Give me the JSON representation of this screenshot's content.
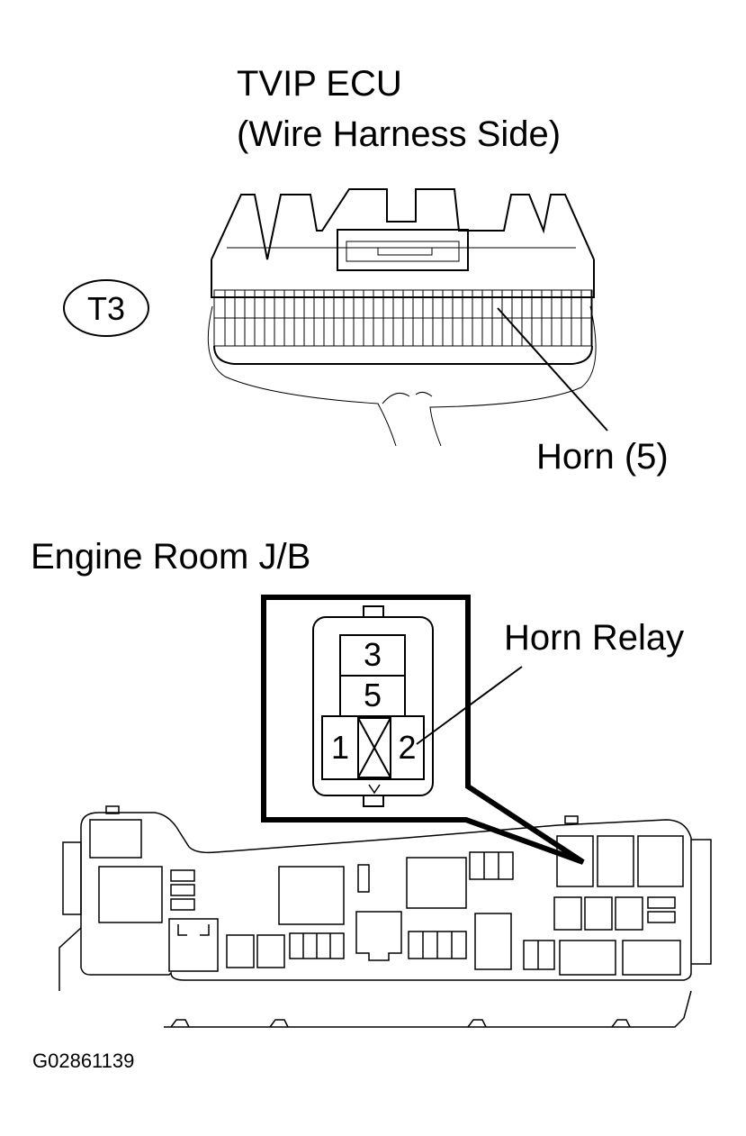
{
  "ecu": {
    "title_line1": "TVIP ECU",
    "title_line2": "(Wire Harness Side)",
    "connector_code": "T3",
    "horn_callout": "Horn (5)"
  },
  "junction_block": {
    "title": "Engine Room J/B",
    "relay_callout": "Horn Relay",
    "relay_pins": [
      "3",
      "5",
      "1",
      "2"
    ]
  },
  "figure_code": "G02861139"
}
